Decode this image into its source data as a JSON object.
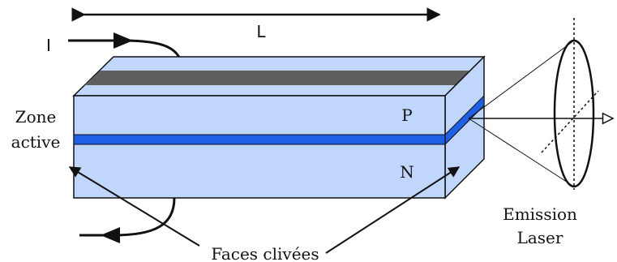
{
  "labels": {
    "current": "I",
    "length": "L",
    "active_zone_line1": "Zone",
    "active_zone_line2": "active",
    "p_region": "P",
    "n_region": "N",
    "cleaved_faces": "Faces clivées",
    "emission_line1": "Emission",
    "emission_line2": "Laser"
  },
  "colors": {
    "block_fill": "#c1d6fb",
    "active_layer": "#1e5fe6",
    "electrode": "#5f5f5f",
    "stroke": "#111111"
  }
}
